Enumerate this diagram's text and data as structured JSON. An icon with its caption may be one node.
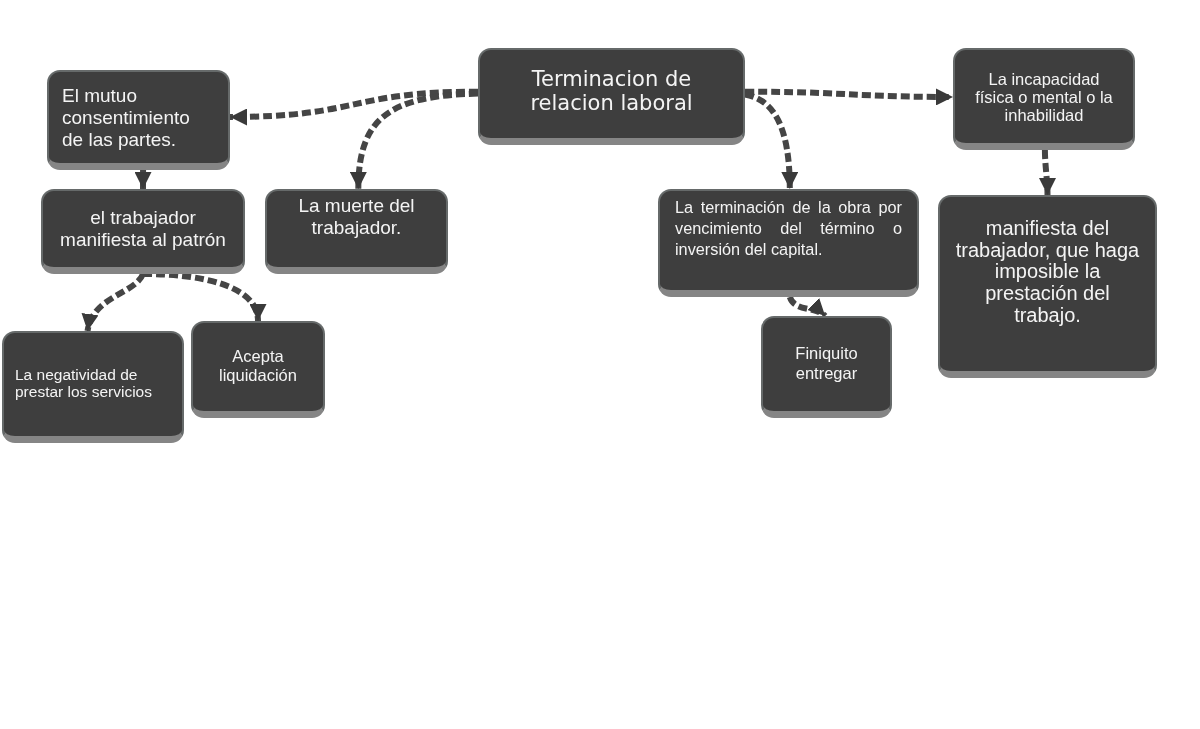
{
  "diagram": {
    "nodes": [
      {
        "text": [
          "Terminacion de relacion laboral"
        ]
      },
      {
        "text": [
          "El mutuo consentimiento de las partes."
        ]
      },
      {
        "text": [
          "La incapacidad física o mental o la inhabilidad"
        ]
      },
      {
        "text": [
          "el trabajador manifiesta al patrón"
        ]
      },
      {
        "text": [
          "La muerte del trabajador."
        ]
      },
      {
        "text": [
          "La terminación de la obra por vencimiento del término o inversión del capital."
        ]
      },
      {
        "text": [
          "manifiesta del trabajador, que haga imposible la prestación del trabajo."
        ]
      },
      {
        "text": [
          "La negatividad de prestar los servicios"
        ]
      },
      {
        "text": [
          "Acepta liquidación"
        ]
      },
      {
        "text": [
          "Finiquito entregar"
        ]
      }
    ],
    "edges": [
      {
        "from": 0,
        "to": 1,
        "arrow": "to",
        "style": "dashed"
      },
      {
        "from": 0,
        "to": 4,
        "arrow": "to",
        "style": "dashed"
      },
      {
        "from": 0,
        "to": 2,
        "arrow": "to",
        "style": "dashed"
      },
      {
        "from": 0,
        "to": 5,
        "arrow": "to",
        "style": "dashed"
      },
      {
        "from": 1,
        "to": 3,
        "arrow": "to",
        "style": "dashed"
      },
      {
        "from": 3,
        "to": 7,
        "arrow": "to",
        "style": "dashed"
      },
      {
        "from": 3,
        "to": 8,
        "arrow": "to",
        "style": "dashed"
      },
      {
        "from": 5,
        "to": 9,
        "arrow": "to",
        "style": "dashed"
      },
      {
        "from": 2,
        "to": 6,
        "arrow": "to",
        "style": "dashed"
      }
    ]
  }
}
